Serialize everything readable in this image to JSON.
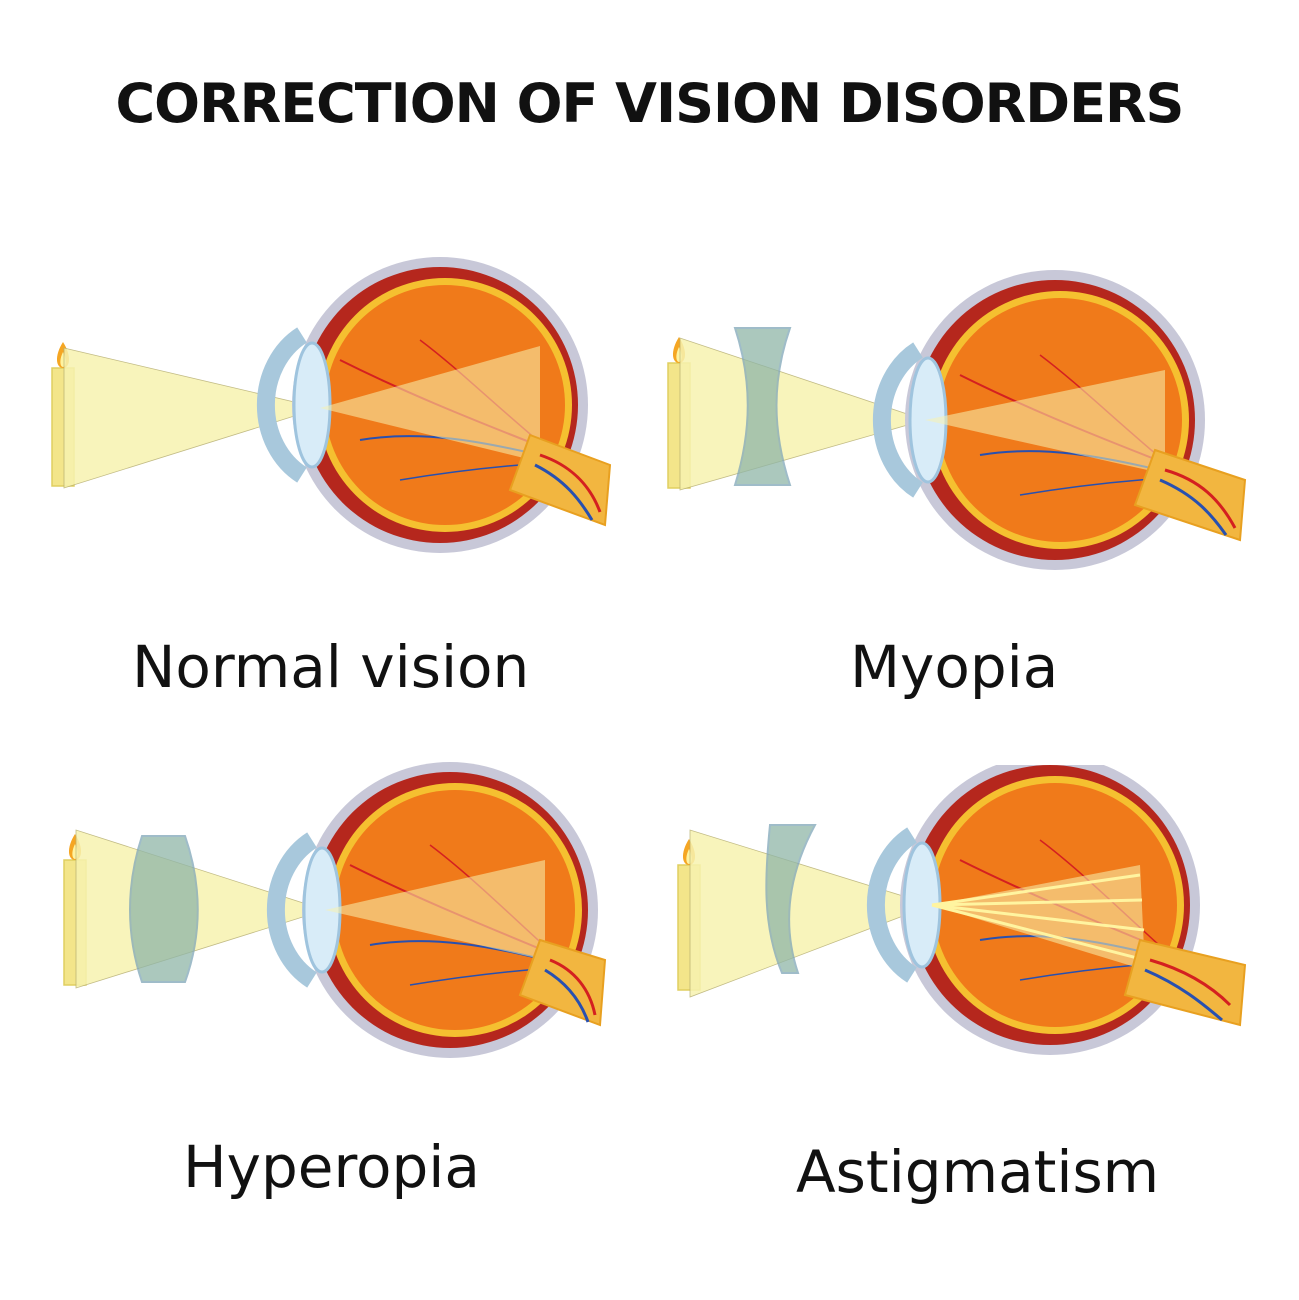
{
  "title": "CORRECTION OF VISION DISORDERS",
  "panels": [
    {
      "label": "Normal vision",
      "lens": "none"
    },
    {
      "label": "Myopia",
      "lens": "concave"
    },
    {
      "label": "Hyperopia",
      "lens": "convex"
    },
    {
      "label": "Astigmatism",
      "lens": "cylindrical"
    }
  ],
  "colors": {
    "sclera": "#c8c8d8",
    "choroid": "#b5271d",
    "vitreous": "#f07a1a",
    "retina_rim": "#f5c030",
    "cornea": "#a8c8dc",
    "lens": "#d8ecf8",
    "light_beam": "#f7f3b0",
    "corrective_lens": "#8fb6a8",
    "candle": "#f3e58a",
    "flame": "#f5a623",
    "vessel_red": "#d42020",
    "vessel_blue": "#2850b0",
    "optic_nerve": "#f2b640"
  }
}
